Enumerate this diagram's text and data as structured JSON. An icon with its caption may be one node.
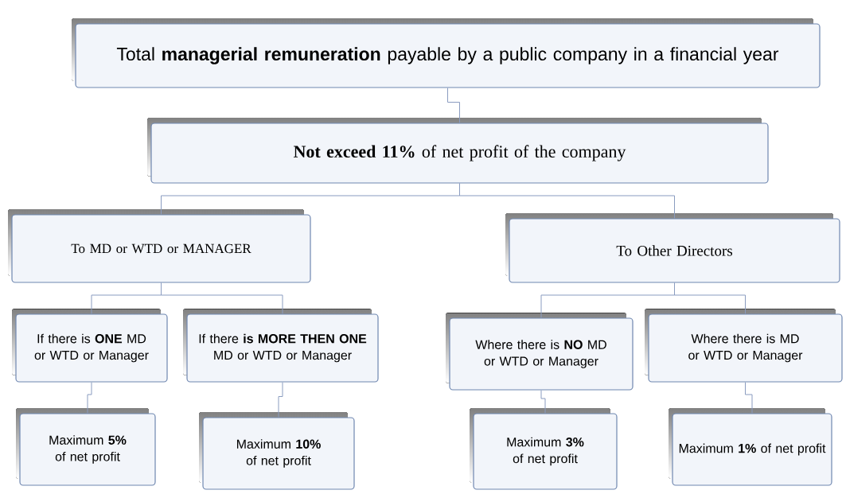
{
  "diagram": {
    "nodes": [
      {
        "text": [
          "Total **managerial remuneration** payable by a public company in a financial year"
        ]
      },
      {
        "text": [
          "**Not exceed 11%** of net profit of the company"
        ]
      },
      {
        "text": [
          "To MD or WTD or MANAGER"
        ]
      },
      {
        "text": [
          "To Other Directors"
        ]
      },
      {
        "text": [
          "If there is **ONE** MD or WTD or Manager"
        ]
      },
      {
        "text": [
          "If there **is MORE THEN ONE** MD or WTD or Manager"
        ]
      },
      {
        "text": [
          "Where there is **NO** MD or WTD or Manager"
        ]
      },
      {
        "text": [
          "Where there is MD or WTD or Manager"
        ]
      },
      {
        "text": [
          "Maximum **5%** of net profit"
        ]
      },
      {
        "text": [
          "Maximum **10%** of net profit"
        ]
      },
      {
        "text": [
          "Maximum **3%** of net profit"
        ]
      },
      {
        "text": [
          "Maximum **1%** of net profit"
        ]
      }
    ],
    "edges": [
      {
        "from": 0,
        "to": 1,
        "arrow": "none"
      },
      {
        "from": 1,
        "to": 2,
        "arrow": "none"
      },
      {
        "from": 1,
        "to": 3,
        "arrow": "none"
      },
      {
        "from": 2,
        "to": 4,
        "arrow": "none"
      },
      {
        "from": 2,
        "to": 5,
        "arrow": "none"
      },
      {
        "from": 3,
        "to": 6,
        "arrow": "none"
      },
      {
        "from": 3,
        "to": 7,
        "arrow": "none"
      },
      {
        "from": 4,
        "to": 8,
        "arrow": "none"
      },
      {
        "from": 5,
        "to": 9,
        "arrow": "none"
      },
      {
        "from": 6,
        "to": 10,
        "arrow": "none"
      },
      {
        "from": 7,
        "to": 11,
        "arrow": "none"
      }
    ]
  }
}
